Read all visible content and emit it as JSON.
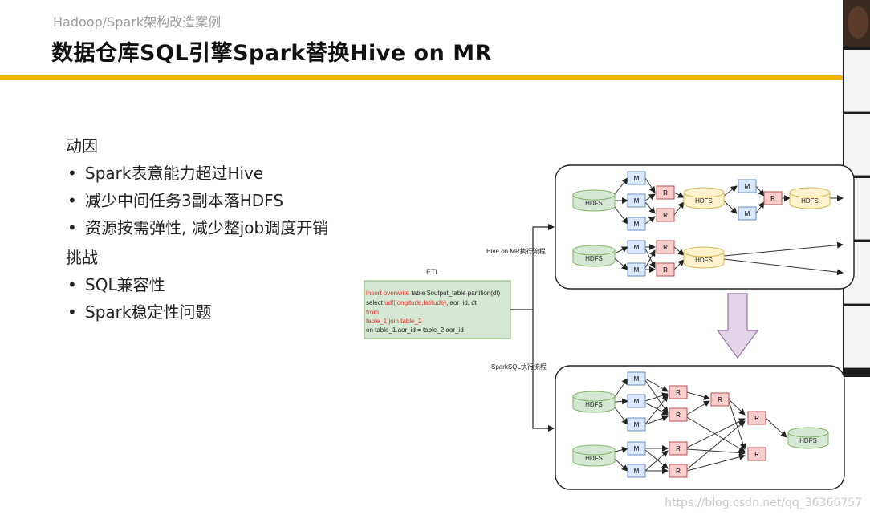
{
  "header": {
    "course": "Hadoop/Spark架构改造案例",
    "title": "数据仓库SQL引擎Spark替换Hive on MR"
  },
  "content": {
    "section1": {
      "heading": "动因",
      "items": [
        "Spark表意能力超过Hive",
        "减少中间任务3副本落HDFS",
        "资源按需弹性, 减少整job调度开销"
      ]
    },
    "section2": {
      "heading": "挑战",
      "items": [
        "SQL兼容性",
        "Spark稳定性问题"
      ]
    }
  },
  "diagram": {
    "etl_label": "ETL",
    "code": {
      "line1_kw": "insert overwrite",
      "line1_rest": " table $output_table partition(dt)",
      "line2_a": "select ",
      "line2_kw": "udf(longitude,latitude)",
      "line2_rest": ", aor_id, dt",
      "line3": "from",
      "line4": "table_1 join table_2",
      "line5": "on table_1.aor_id = table_2.aor_id"
    },
    "hive_label": "Hive on MR执行流程",
    "sparksql_label": "SparkSQL执行流程",
    "hdfs": "HDFS",
    "m": "M",
    "r": "R",
    "colors": {
      "hdfs_green": "#d5e8d4",
      "hdfs_yellow": "#fff2cc",
      "map_blue": "#dae8fc",
      "reduce_red": "#f8cecc",
      "arrow_purple": "#e1d5e7",
      "code_bg": "#d5e8d4",
      "code_red": "#e0352b"
    }
  },
  "watermark": "https://blog.csdn.net/qq_36366757"
}
